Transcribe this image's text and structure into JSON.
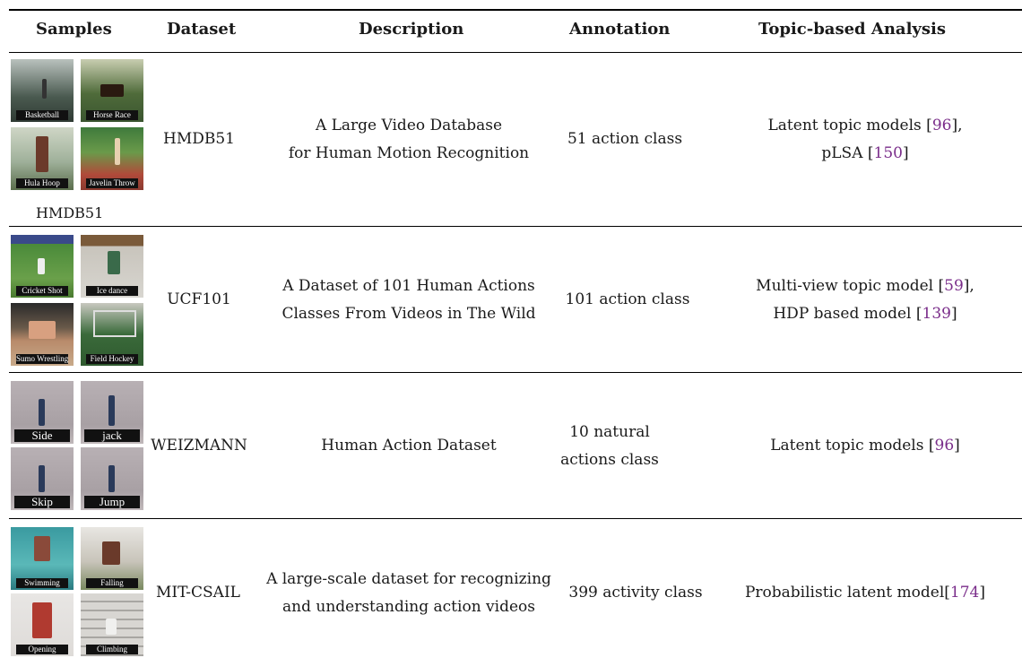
{
  "headers": {
    "samples": "Samples",
    "dataset": "Dataset",
    "description": "Description",
    "annotation": "Annotation",
    "analysis": "Topic-based Analysis"
  },
  "rows": [
    {
      "thumbs": [
        "Basketball",
        "Horse Race",
        "Hula Hoop",
        "Javelin Throw"
      ],
      "sample_caption": "HMDB51",
      "dataset": "HMDB51",
      "description": [
        "A Large Video Database",
        "for Human Motion Recognition"
      ],
      "annotation": [
        "51 action class"
      ],
      "analysis": [
        {
          "text": "Latent topic models [",
          "ref": "96",
          "tail": "],"
        },
        {
          "text": "pLSA [",
          "ref": "150",
          "tail": "]"
        }
      ]
    },
    {
      "thumbs": [
        "Cricket Shot",
        "Ice dance",
        "Sumo Wrestling",
        "Field Hockey"
      ],
      "dataset": "UCF101",
      "description": [
        "A Dataset of 101 Human Actions",
        "Classes From Videos in The Wild"
      ],
      "annotation": [
        "101 action class"
      ],
      "analysis": [
        {
          "text": "Multi-view topic model [",
          "ref": "59",
          "tail": "],"
        },
        {
          "text": "HDP based model [",
          "ref": "139",
          "tail": "]"
        }
      ]
    },
    {
      "thumbs": [
        "Side",
        "jack",
        "Skip",
        "Jump"
      ],
      "dataset": "WEIZMANN",
      "description": [
        "Human Action Dataset"
      ],
      "annotation": [
        "10 natural",
        "actions class"
      ],
      "analysis": [
        {
          "text": "Latent topic models [",
          "ref": "96",
          "tail": "]"
        }
      ]
    },
    {
      "thumbs": [
        "Swimming",
        "Falling",
        "Opening",
        "Climbing"
      ],
      "dataset": "MIT-CSAIL",
      "description": [
        "A large-scale dataset for recognizing",
        "and understanding action videos"
      ],
      "annotation": [
        "399 activity class"
      ],
      "analysis": [
        {
          "text": "Probabilistic latent model[",
          "ref": "174",
          "tail": "]"
        }
      ]
    }
  ],
  "colors": {
    "reference": "#7a2d8a",
    "rule": "#000000"
  }
}
